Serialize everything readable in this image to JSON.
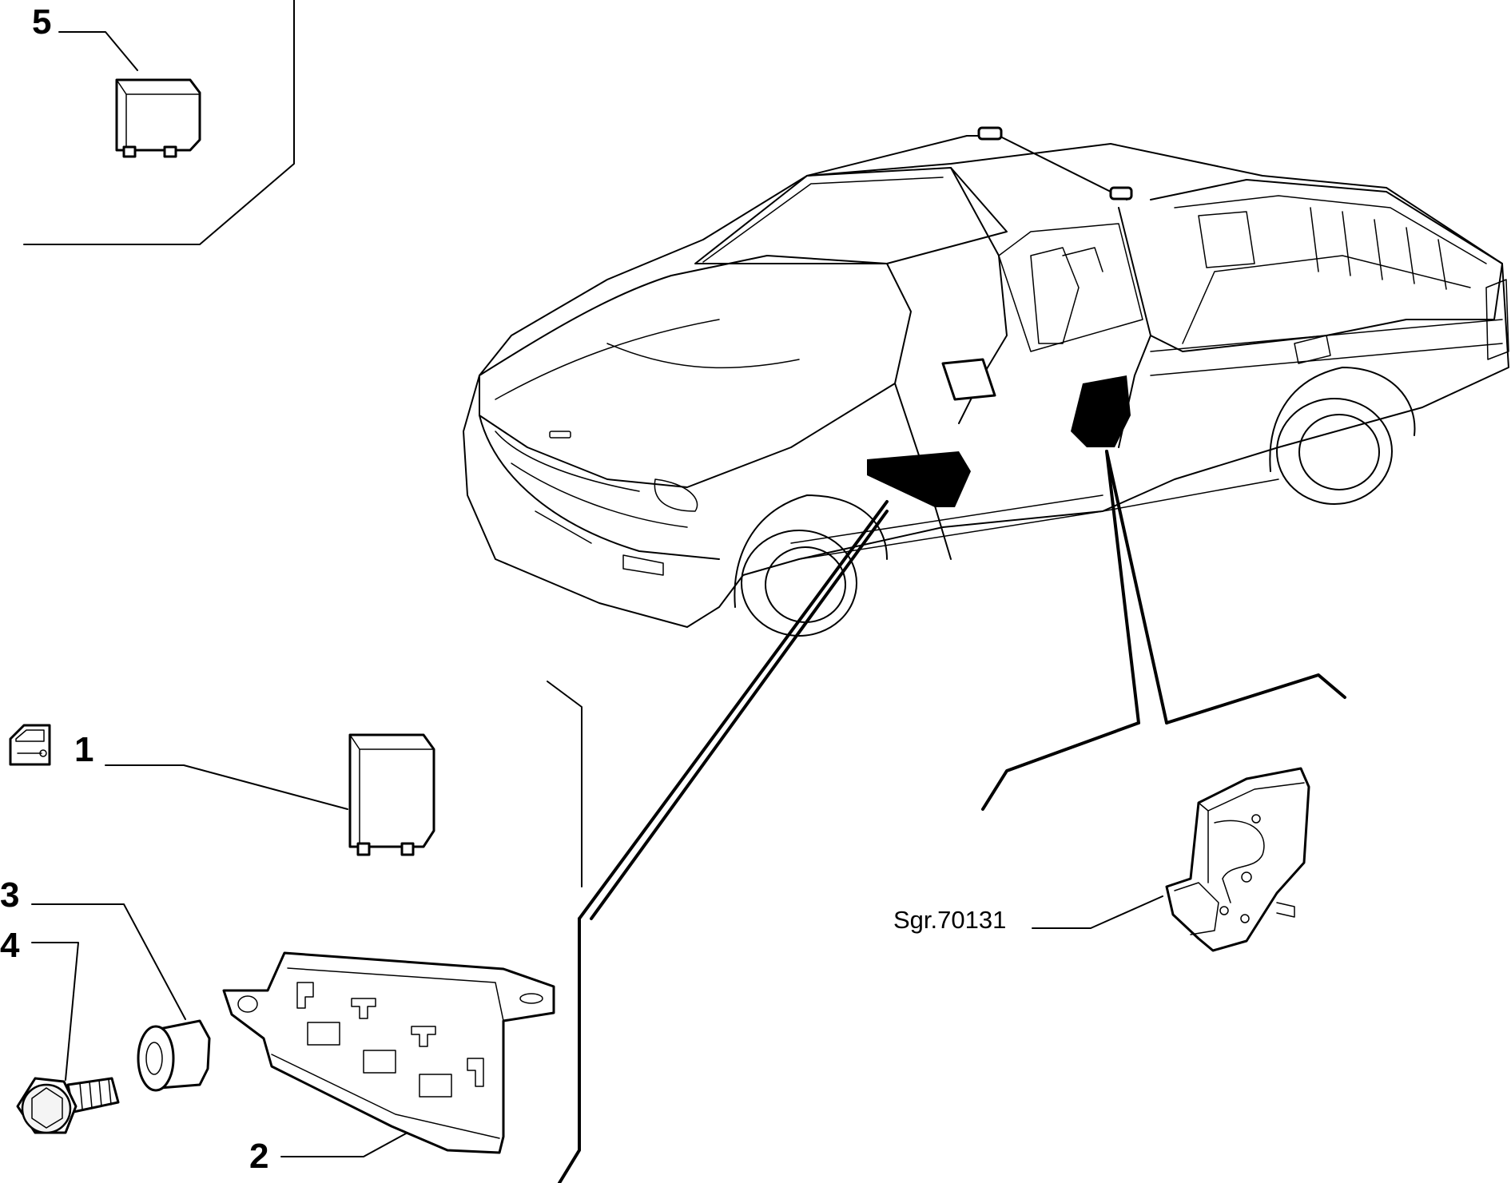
{
  "callouts": {
    "part_1": "1",
    "part_2": "2",
    "part_3": "3",
    "part_4": "4",
    "part_5": "5",
    "subgroup_ref": "Sgr.70131"
  },
  "icons": {
    "door_lock_symbol": "door-key-icon"
  }
}
